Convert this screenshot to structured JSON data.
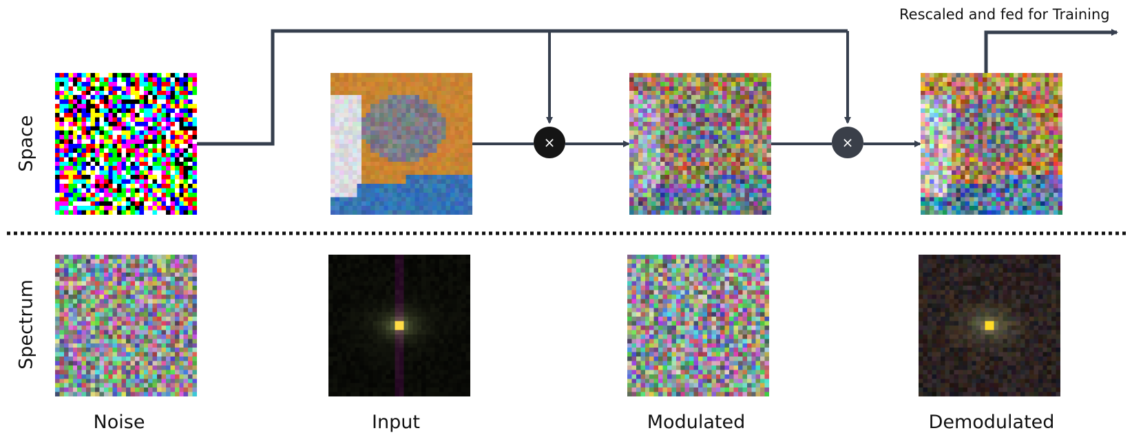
{
  "rows": {
    "space": "Space",
    "spectrum": "Spectrum"
  },
  "captions": {
    "noise": "Noise",
    "input": "Input",
    "modulated": "Modulated",
    "demodulated": "Demodulated"
  },
  "annotation": "Rescaled and fed for Training",
  "operators": {
    "multiply_1": "×",
    "multiply_2": "×"
  },
  "colors": {
    "line": "#363f4e",
    "op_dark": "#151515",
    "op_grey": "#3a3f49",
    "divider": "#111111"
  }
}
